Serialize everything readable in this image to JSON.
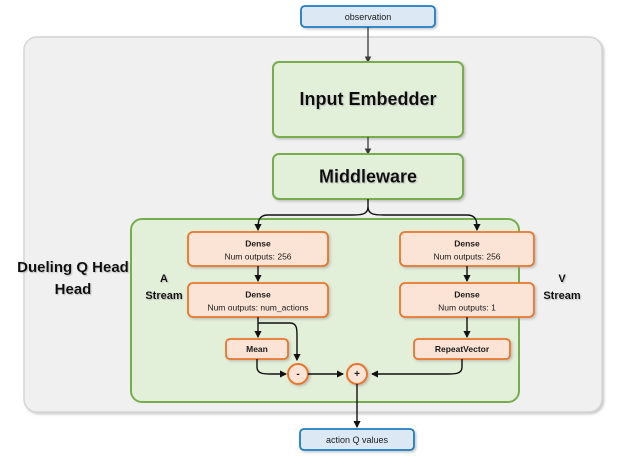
{
  "diagram": {
    "title_group": "Dueling Q Head",
    "io": {
      "input_label": "observation",
      "output_label": "action Q values"
    },
    "blocks": {
      "input_embedder": "Input Embedder",
      "middleware": "Middleware"
    },
    "streams": {
      "advantage_label": "A\nStream",
      "advantage_line1": "A",
      "advantage_line2": "Stream",
      "value_line1": "V",
      "value_line2": "Stream"
    },
    "advantage_stream": {
      "dense1_title": "Dense",
      "dense1_sub": "Num outputs: 256",
      "dense2_title": "Dense",
      "dense2_sub": "Num outputs: num_actions",
      "mean_label": "Mean",
      "subtract_op": "-"
    },
    "value_stream": {
      "dense1_title": "Dense",
      "dense1_sub": "Num outputs: 256",
      "dense2_title": "Dense",
      "dense2_sub": "Num outputs: 1",
      "repeat_label": "RepeatVector",
      "add_op": "+"
    },
    "colors": {
      "io_border": "#1a7dc4",
      "io_fill": "#dce9f5",
      "green_border": "#77ad4e",
      "green_fill": "#e2efd9",
      "orange_border": "#e8762c",
      "orange_fill": "#fbe4d5",
      "outer_fill": "#f0f0f0",
      "outer_border": "#d4d4d4",
      "edge": "#111111"
    }
  }
}
